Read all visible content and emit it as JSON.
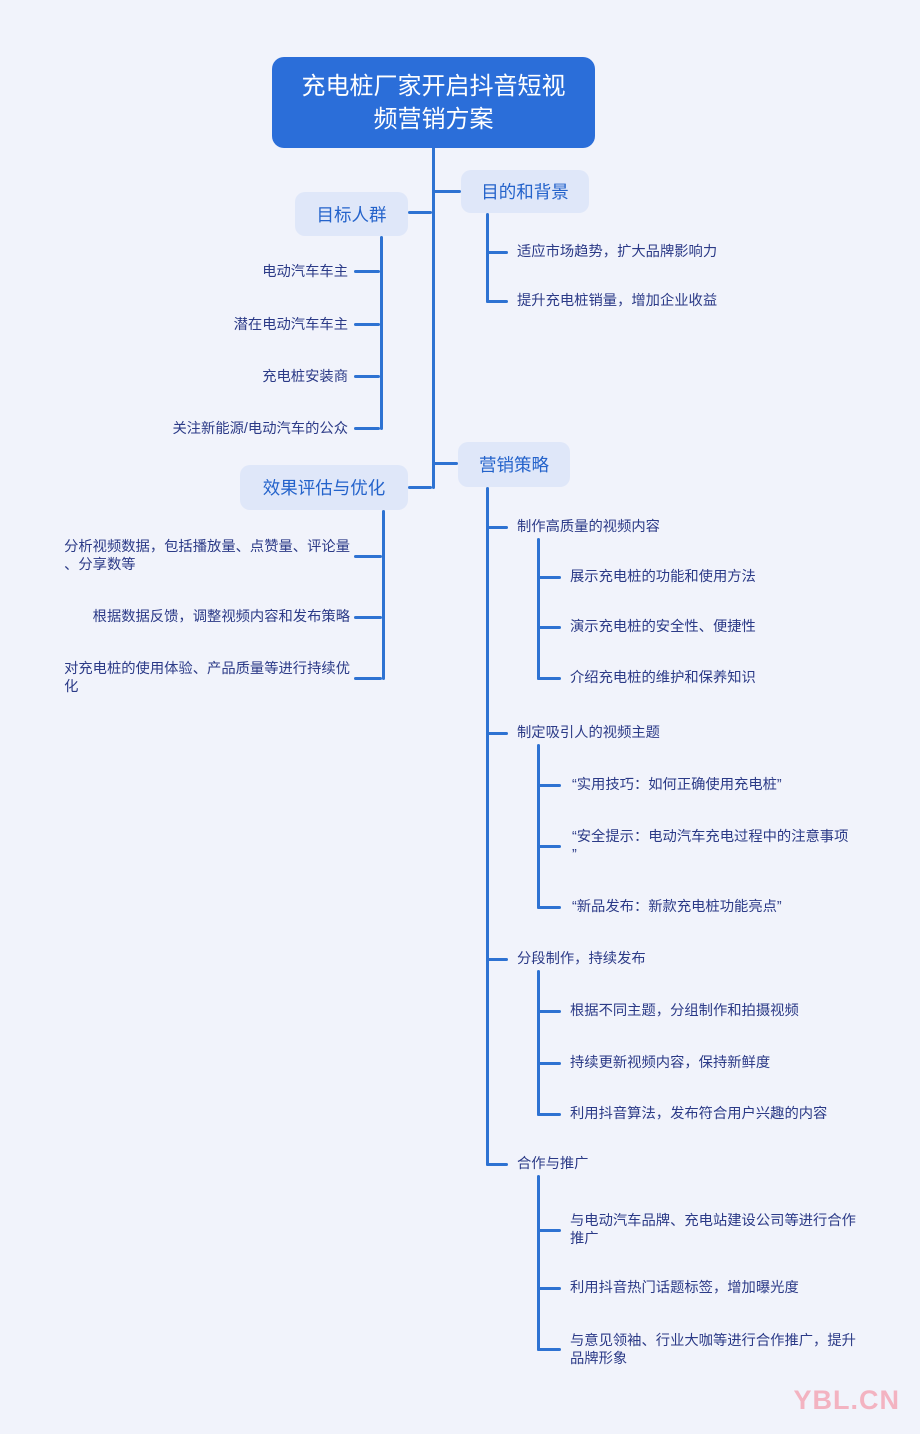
{
  "colors": {
    "page_background": "#f1f3fb",
    "root_background": "#2b6ed9",
    "root_text": "#ffffff",
    "branch_background": "#dfe7f9",
    "branch_text": "#2463cb",
    "leaf_text": "#2b3a87",
    "connector_line": "#2e72d2",
    "watermark_text": "#f3b3c1"
  },
  "mindmap": {
    "root": {
      "label": "充电桩厂家开启抖音短视\n频营销方案"
    },
    "branches": [
      {
        "label": "目标人群",
        "children": [
          {
            "label": "电动汽车车主"
          },
          {
            "label": "潜在电动汽车车主"
          },
          {
            "label": "充电桩安装商"
          },
          {
            "label": "关注新能源/电动汽车的公众"
          }
        ]
      },
      {
        "label": "目的和背景",
        "children": [
          {
            "label": "适应市场趋势，扩大品牌影响力"
          },
          {
            "label": "提升充电桩销量，增加企业收益"
          }
        ]
      },
      {
        "label": "效果评估与优化",
        "children": [
          {
            "label": "分析视频数据，包括播放量、点赞量、评论量\n、分享数等"
          },
          {
            "label": "根据数据反馈，调整视频内容和发布策略"
          },
          {
            "label": "对充电桩的使用体验、产品质量等进行持续优\n化"
          }
        ]
      },
      {
        "label": "营销策略",
        "children": [
          {
            "label": "制作高质量的视频内容",
            "children": [
              {
                "label": "展示充电桩的功能和使用方法"
              },
              {
                "label": "演示充电桩的安全性、便捷性"
              },
              {
                "label": "介绍充电桩的维护和保养知识"
              }
            ]
          },
          {
            "label": "制定吸引人的视频主题",
            "children": [
              {
                "label": "“实用技巧：如何正确使用充电桩”"
              },
              {
                "label": "“安全提示：电动汽车充电过程中的注意事项\n”"
              },
              {
                "label": "“新品发布：新款充电桩功能亮点”"
              }
            ]
          },
          {
            "label": "分段制作，持续发布",
            "children": [
              {
                "label": "根据不同主题，分组制作和拍摄视频"
              },
              {
                "label": "持续更新视频内容，保持新鲜度"
              },
              {
                "label": "利用抖音算法，发布符合用户兴趣的内容"
              }
            ]
          },
          {
            "label": "合作与推广",
            "children": [
              {
                "label": "与电动汽车品牌、充电站建设公司等进行合作\n推广"
              },
              {
                "label": "利用抖音热门话题标签，增加曝光度"
              },
              {
                "label": "与意见领袖、行业大咖等进行合作推广，提升\n品牌形象"
              }
            ]
          }
        ]
      }
    ]
  },
  "watermark": {
    "text": "YBL.CN"
  }
}
